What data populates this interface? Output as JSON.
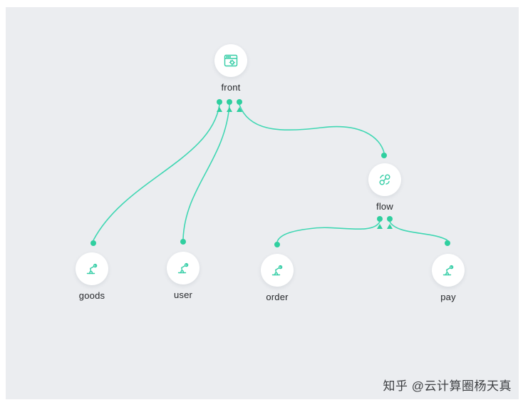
{
  "diagram": {
    "nodes": [
      {
        "id": "front",
        "label": "front",
        "icon": "browser-gear-icon"
      },
      {
        "id": "flow",
        "label": "flow",
        "icon": "linked-nodes-icon"
      },
      {
        "id": "goods",
        "label": "goods",
        "icon": "robot-arm-icon"
      },
      {
        "id": "user",
        "label": "user",
        "icon": "robot-arm-icon"
      },
      {
        "id": "order",
        "label": "order",
        "icon": "robot-arm-icon"
      },
      {
        "id": "pay",
        "label": "pay",
        "icon": "robot-arm-icon"
      }
    ],
    "edges": [
      {
        "from": "goods",
        "to": "front"
      },
      {
        "from": "user",
        "to": "front"
      },
      {
        "from": "flow",
        "to": "front"
      },
      {
        "from": "order",
        "to": "flow"
      },
      {
        "from": "pay",
        "to": "flow"
      }
    ],
    "colors": {
      "edge": "#40d7b3",
      "dot": "#2fcf9f",
      "icon": "#35cda6",
      "node_background": "#ffffff",
      "canvas_background": "#ebedf0",
      "label": "#26282b"
    }
  },
  "watermark": {
    "text": "知乎 @云计算圈杨天真"
  }
}
